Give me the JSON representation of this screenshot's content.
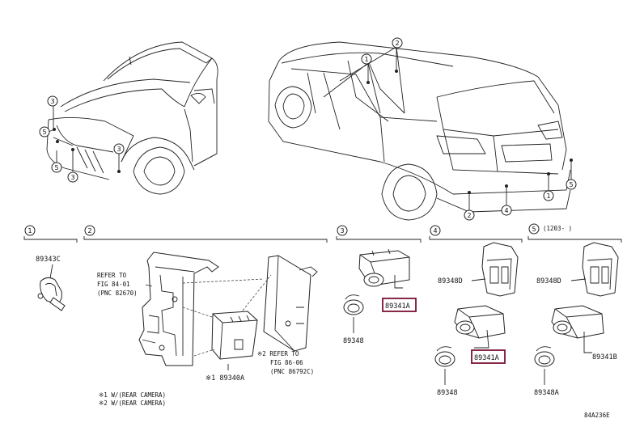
{
  "callouts": {
    "c1": "1",
    "c2": "2",
    "c3": "3",
    "c4": "4",
    "c5": "5"
  },
  "sections": {
    "s1": "1",
    "s2": "2",
    "s3": "3",
    "s4": "4",
    "s5": "5",
    "s5_note": "(1203-      )"
  },
  "parts": {
    "p89343C": "89343C",
    "p89340A": "※1 89340A",
    "p89341A_3": "89341A",
    "p89348_3": "89348",
    "p89348D_4": "89348D",
    "p89341A_4": "89341A",
    "p89348_4": "89348",
    "p89348D_5": "89348D",
    "p89341B": "89341B",
    "p89348A": "89348A"
  },
  "refs": {
    "ref1_l1": "REFER TO",
    "ref1_l2": "FIG 84-01",
    "ref1_l3": "(PNC 82670)",
    "ref2_l1": "※2 REFER TO",
    "ref2_l2": "FIG 86-06",
    "ref2_l3": "(PNC 86792C)"
  },
  "notes": {
    "n1": "※1 W/(REAR CAMERA)",
    "n2": "※2 W/(REAR CAMERA)"
  },
  "footer": {
    "code": "84A236E"
  },
  "colors": {
    "highlight": "#7a1030",
    "line": "#222222"
  }
}
